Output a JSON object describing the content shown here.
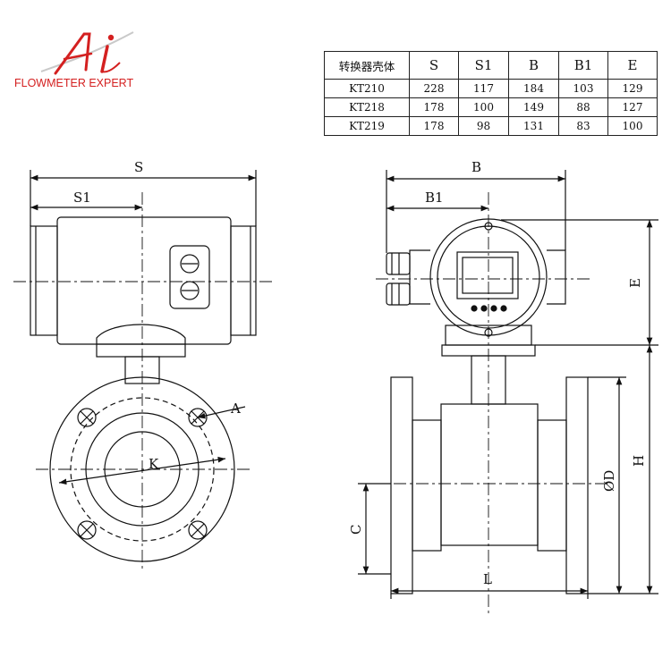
{
  "logo": {
    "mark": "Ai",
    "tagline": "FLOWMETER EXPERT",
    "brand_color": "#d42020"
  },
  "spec_table": {
    "headers": [
      "转换器壳体",
      "S",
      "S1",
      "B",
      "B1",
      "E"
    ],
    "rows": [
      [
        "KT210",
        "228",
        "117",
        "184",
        "103",
        "129"
      ],
      [
        "KT218",
        "178",
        "100",
        "149",
        "88",
        "127"
      ],
      [
        "KT219",
        "178",
        "98",
        "131",
        "83",
        "100"
      ]
    ]
  },
  "dimensions": {
    "S": "S",
    "S1": "S1",
    "B": "B",
    "B1": "B1",
    "E": "E",
    "A": "A",
    "K": "K",
    "H": "H",
    "OD": "ØD",
    "C": "C",
    "L": "L"
  }
}
